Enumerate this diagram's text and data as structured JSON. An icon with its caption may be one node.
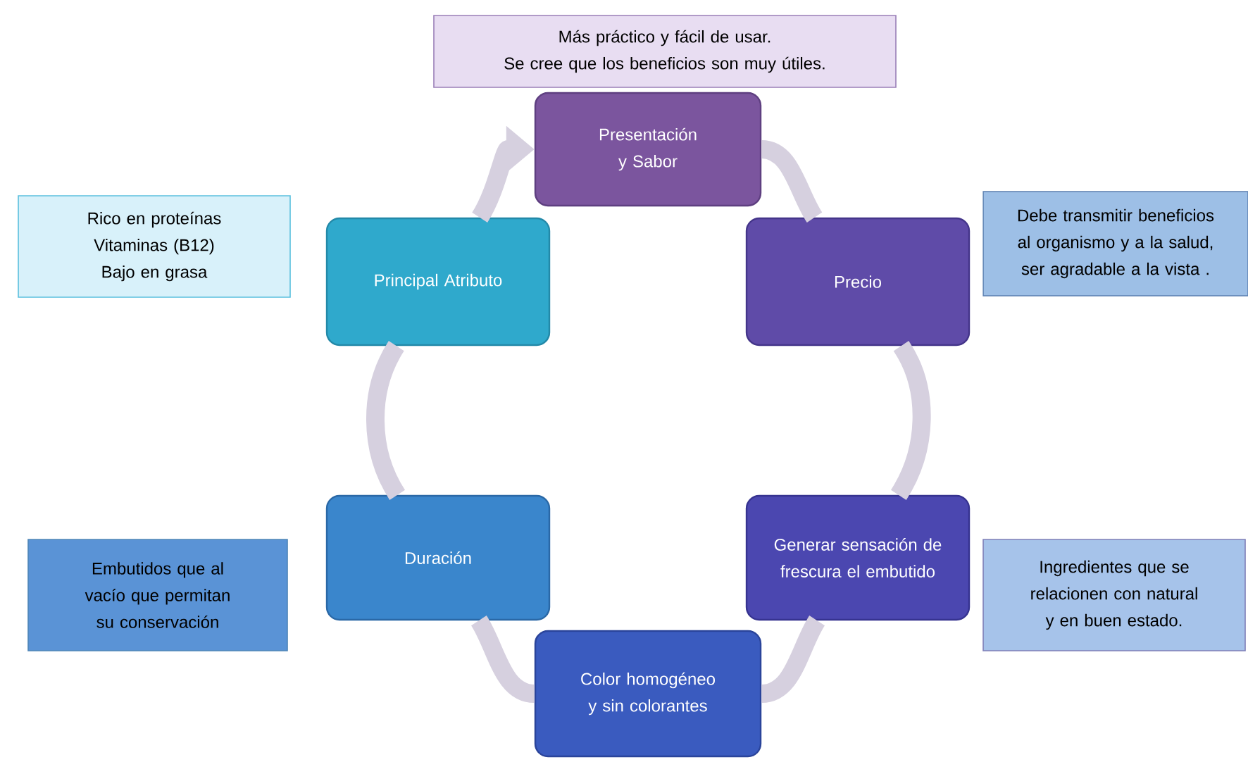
{
  "diagram": {
    "nodes": [
      {
        "text": [
          "Más práctico y fácil de usar.",
          "Se cree que los beneficios son muy útiles."
        ]
      },
      {
        "text": [
          "Presentación y Sabor"
        ]
      },
      {
        "text": [
          "Precio"
        ]
      },
      {
        "text": [
          "Generar sensación de frescura el embutido"
        ]
      },
      {
        "text": [
          "Color homogéneo y sin colorantes"
        ]
      },
      {
        "text": [
          "Duración"
        ]
      },
      {
        "text": [
          "Principal Atributo"
        ]
      },
      {
        "text": [
          "Rico en proteínas",
          "Vitaminas (B12)",
          "Bajo en grasa"
        ]
      },
      {
        "text": [
          "Debe transmitir beneficios al organismo y a la salud, ser  agradable a la vista ."
        ]
      },
      {
        "text": [
          "Ingredientes que se relacionen con natural y en buen estado."
        ]
      },
      {
        "text": [
          "Embutidos  que al vacío que permitan su conservación"
        ]
      }
    ],
    "edges": [
      {
        "from": 1,
        "to": 2,
        "arrow": "none"
      },
      {
        "from": 2,
        "to": 3,
        "arrow": "none"
      },
      {
        "from": 3,
        "to": 4,
        "arrow": "none"
      },
      {
        "from": 4,
        "to": 5,
        "arrow": "none"
      },
      {
        "from": 5,
        "to": 6,
        "arrow": "none"
      },
      {
        "from": 6,
        "to": 1,
        "arrow": "to"
      }
    ]
  }
}
